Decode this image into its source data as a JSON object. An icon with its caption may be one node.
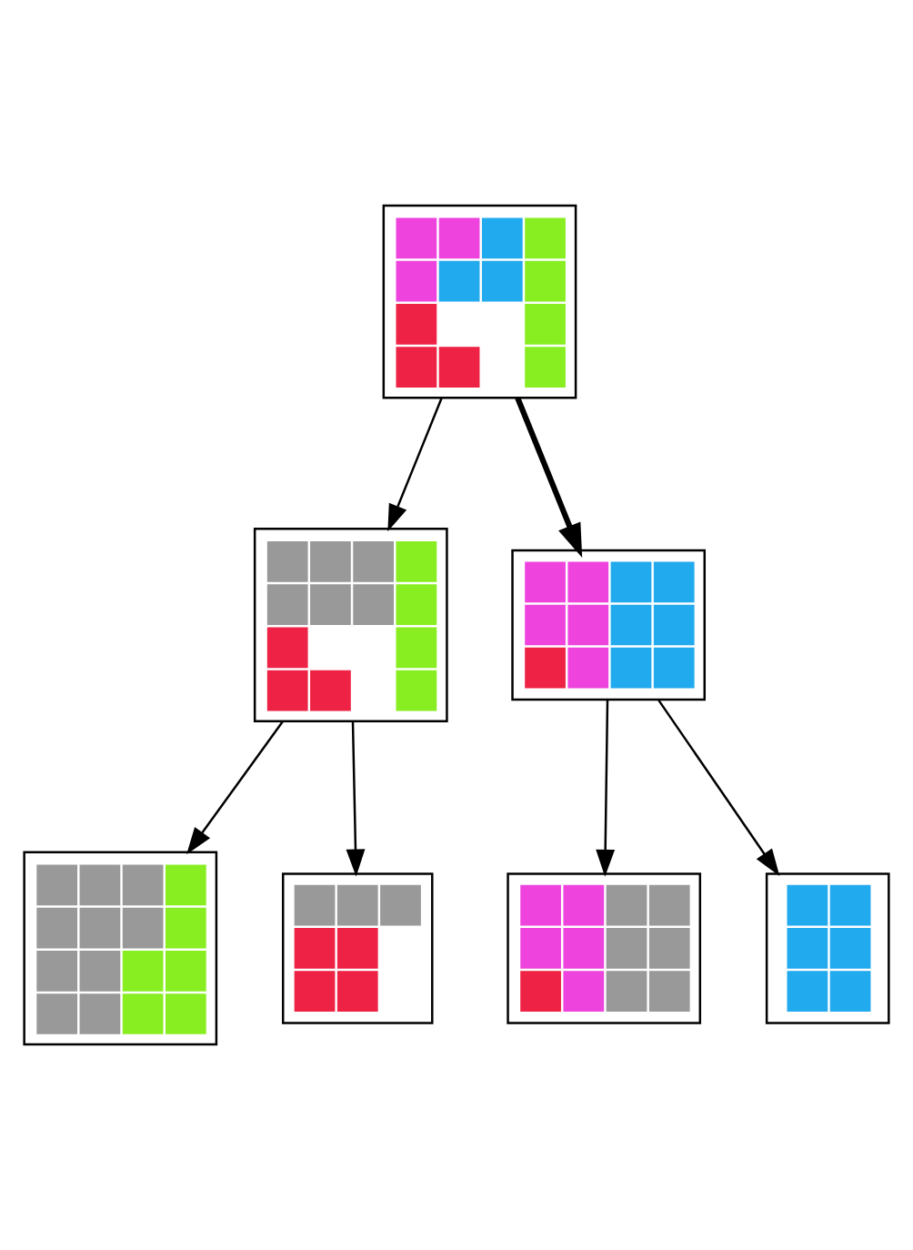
{
  "diagram": {
    "nodes": [
      {
        "text": [],
        "shape": "picture"
      },
      {
        "text": [],
        "shape": "picture"
      },
      {
        "text": [],
        "shape": "picture"
      },
      {
        "text": [],
        "shape": "picture"
      },
      {
        "text": [],
        "shape": "picture"
      },
      {
        "text": [],
        "shape": "picture"
      },
      {
        "text": [],
        "shape": "picture"
      }
    ],
    "edges": [
      {
        "from": 0,
        "to": 1,
        "arrow": "to"
      },
      {
        "from": 0,
        "to": 2,
        "arrow": "to",
        "style": "thick"
      },
      {
        "from": 1,
        "to": 3,
        "arrow": "to"
      },
      {
        "from": 1,
        "to": 4,
        "arrow": "to"
      },
      {
        "from": 2,
        "to": 5,
        "arrow": "to"
      },
      {
        "from": 2,
        "to": 6,
        "arrow": "to"
      }
    ]
  }
}
